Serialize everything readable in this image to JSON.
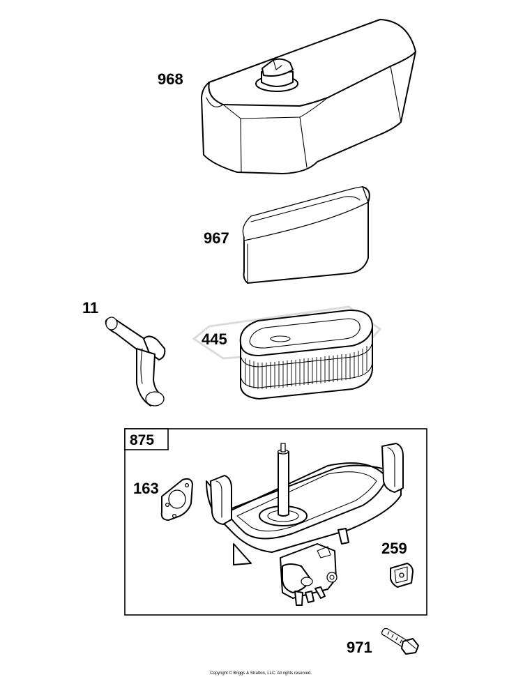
{
  "parts": {
    "air_cleaner_cover": "968",
    "pre_cleaner": "967",
    "breather_tube": "11",
    "air_filter_cartridge": "445",
    "air_cleaner_base_kit": "875",
    "gasket": "163",
    "clip": "259",
    "screw": "971"
  },
  "footer": {
    "copyright": "Copyright © Briggs & Stratton, LLC. All rights reserved."
  },
  "colors": {
    "line": "#000000",
    "background": "#ffffff",
    "watermark": "#cfcfcf"
  }
}
